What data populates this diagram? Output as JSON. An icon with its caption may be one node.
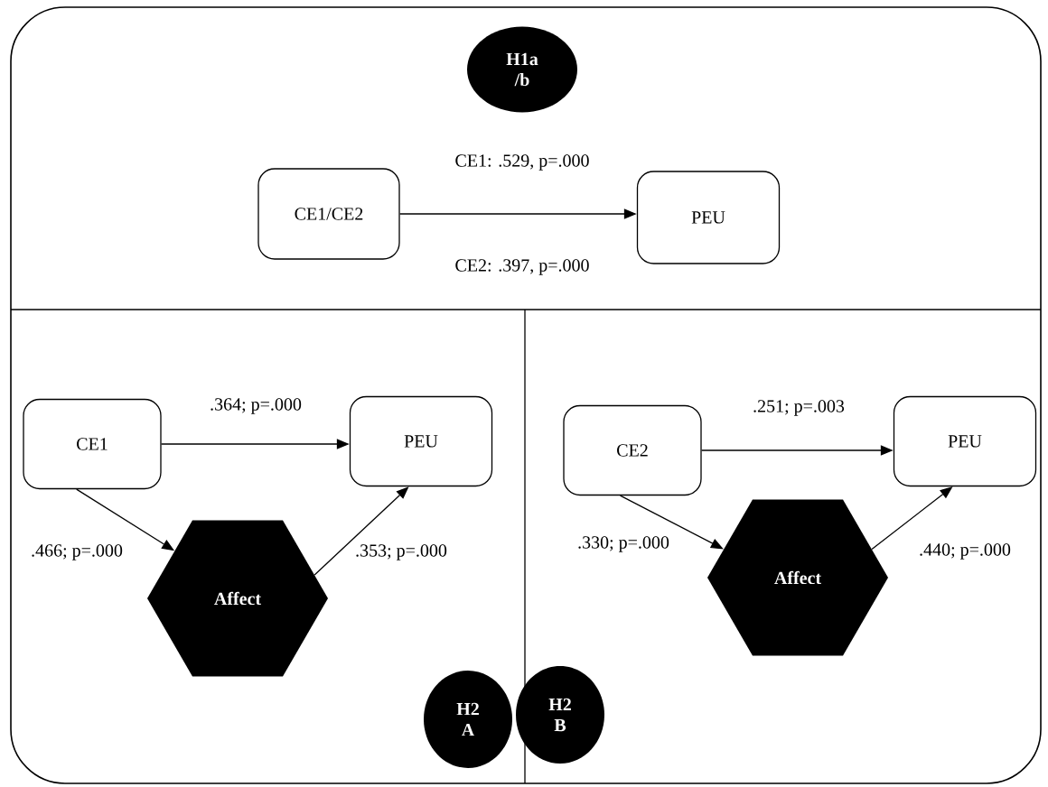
{
  "diagram": {
    "nodes": [
      {
        "text": [
          "H1a /b"
        ]
      },
      {
        "text": [
          "CE1/CE2"
        ]
      },
      {
        "text": [
          "PEU"
        ]
      },
      {
        "text": [
          "CE1"
        ]
      },
      {
        "text": [
          "PEU"
        ]
      },
      {
        "text": [
          "Affect"
        ]
      },
      {
        "text": [
          "H2 A"
        ]
      },
      {
        "text": [
          "CE2"
        ]
      },
      {
        "text": [
          "PEU"
        ]
      },
      {
        "text": [
          "Affect"
        ]
      },
      {
        "text": [
          "H2 B"
        ]
      }
    ],
    "edges": [
      {
        "from": 1,
        "to": 2,
        "arrow": "to",
        "label": "CE1: .529, p=.000"
      },
      {
        "from": 3,
        "to": 4,
        "arrow": "to",
        "label": ".364; p=.000"
      },
      {
        "from": 3,
        "to": 5,
        "arrow": "to",
        "label": ".466; p=.000"
      },
      {
        "from": 5,
        "to": 4,
        "arrow": "to",
        "label": ".353; p=.000"
      },
      {
        "from": 7,
        "to": 8,
        "arrow": "to",
        "label": ".251; p=.003"
      },
      {
        "from": 7,
        "to": 9,
        "arrow": "to",
        "label": ".330; p=.000"
      },
      {
        "from": 9,
        "to": 8,
        "arrow": "to",
        "label": ".440; p=.000"
      }
    ],
    "labels": [
      "CE2: .397, p=.000"
    ]
  }
}
